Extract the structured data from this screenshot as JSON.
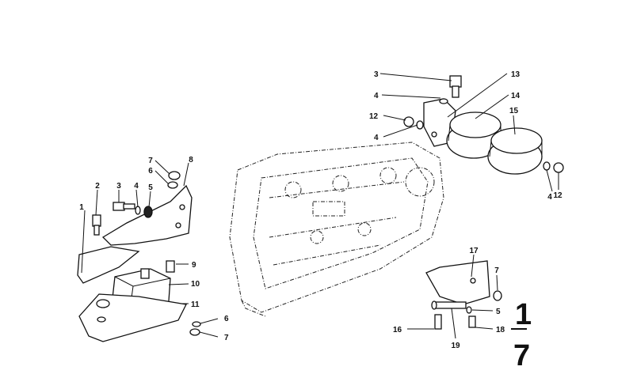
{
  "diagram": {
    "callouts": [
      "1",
      "2",
      "3",
      "4",
      "5",
      "6",
      "7",
      "8",
      "9",
      "10",
      "11",
      "6",
      "7",
      "3",
      "13",
      "4",
      "14",
      "12",
      "4",
      "15",
      "4",
      "12",
      "17",
      "7",
      "5",
      "16",
      "19",
      "18"
    ],
    "corner_mark": "1",
    "corner_mark_bottom": "7"
  }
}
